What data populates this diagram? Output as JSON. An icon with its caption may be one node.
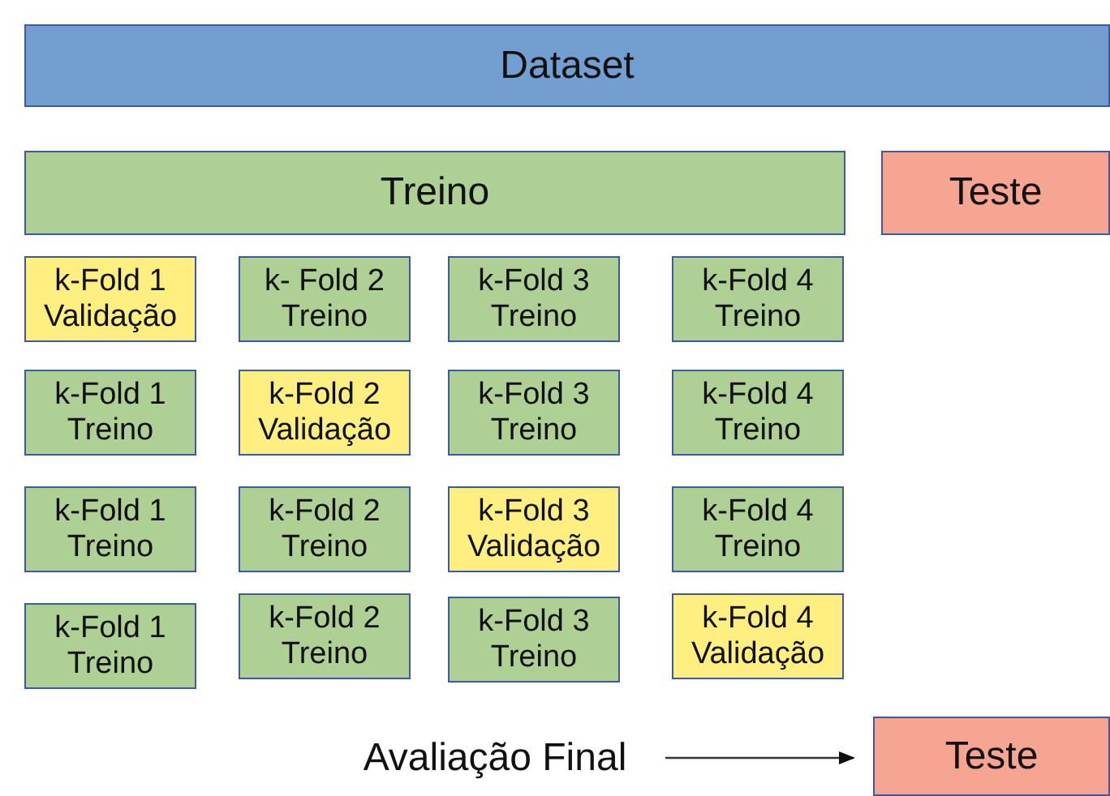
{
  "diagram": {
    "nodes": [
      {
        "text": [
          "Dataset"
        ]
      },
      {
        "text": [
          "Treino"
        ]
      },
      {
        "text": [
          "Teste"
        ]
      },
      {
        "text": [
          "k-Fold 1",
          "Validação"
        ]
      },
      {
        "text": [
          "k- Fold 2",
          "Treino"
        ]
      },
      {
        "text": [
          "k-Fold 3",
          "Treino"
        ]
      },
      {
        "text": [
          "k-Fold 4",
          "Treino"
        ]
      },
      {
        "text": [
          "k-Fold 1",
          "Treino"
        ]
      },
      {
        "text": [
          "k-Fold 2",
          "Validação"
        ]
      },
      {
        "text": [
          "k-Fold 3",
          "Treino"
        ]
      },
      {
        "text": [
          "k-Fold 4",
          "Treino"
        ]
      },
      {
        "text": [
          "k-Fold 1",
          "Treino"
        ]
      },
      {
        "text": [
          "k-Fold 2",
          "Treino"
        ]
      },
      {
        "text": [
          "k-Fold 3",
          "Validação"
        ]
      },
      {
        "text": [
          "k-Fold 4",
          "Treino"
        ]
      },
      {
        "text": [
          "k-Fold 1",
          "Treino"
        ]
      },
      {
        "text": [
          "k-Fold 2",
          "Treino"
        ]
      },
      {
        "text": [
          "k-Fold 3",
          "Treino"
        ]
      },
      {
        "text": [
          "k-Fold 4",
          "Validação"
        ]
      },
      {
        "text": [
          "Avaliação Final"
        ]
      },
      {
        "text": [
          "Teste"
        ]
      }
    ],
    "edges": [
      {
        "from": 19,
        "to": 20,
        "arrow": "to"
      }
    ]
  }
}
